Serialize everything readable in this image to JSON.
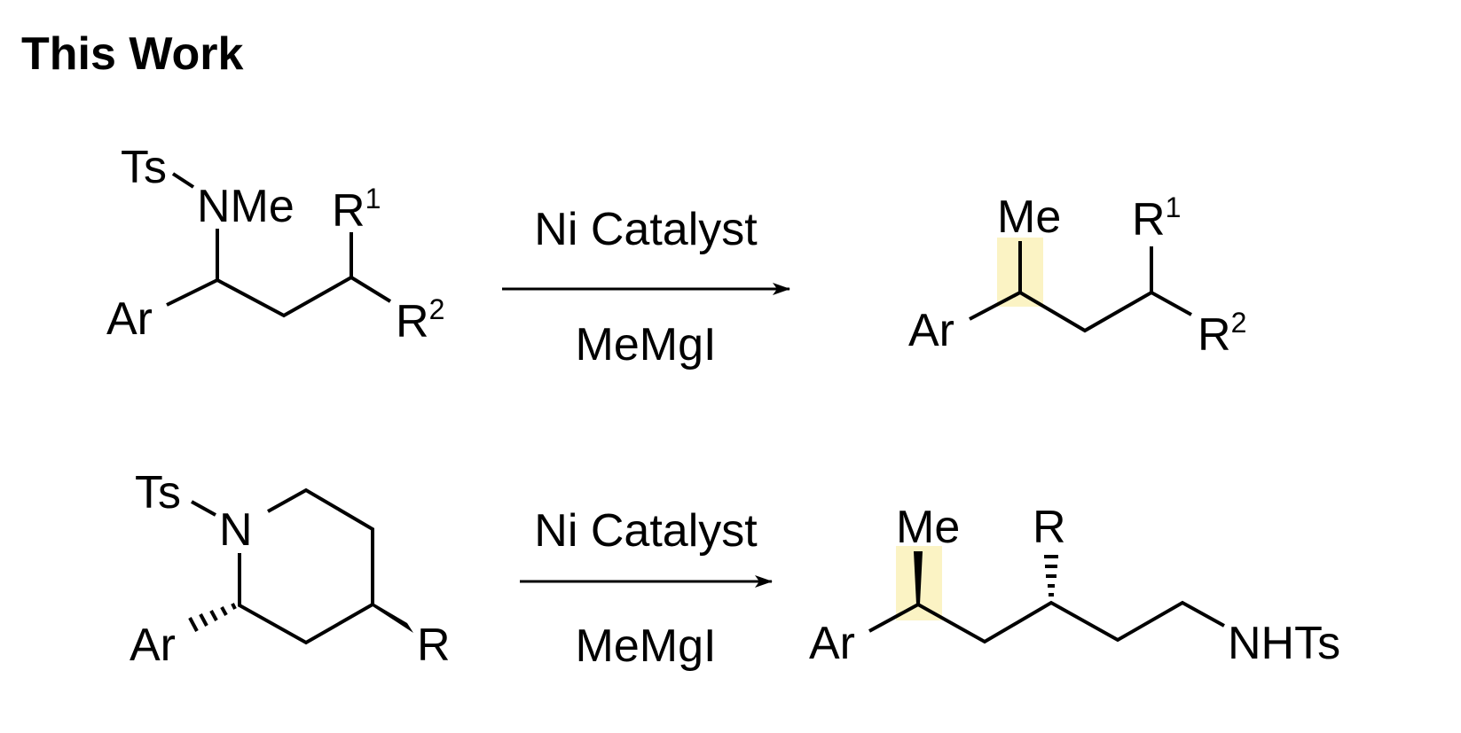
{
  "title": "This Work",
  "colors": {
    "highlight": "#fbf3c4",
    "ink": "#000000",
    "background": "#ffffff"
  },
  "reactions": [
    {
      "reactant": {
        "Ts": "Ts",
        "NMe": "NMe",
        "R1": "R",
        "R1_sup": "1",
        "Ar": "Ar",
        "R2": "R",
        "R2_sup": "2"
      },
      "conditions": {
        "above": "Ni Catalyst",
        "below": "MeMgI"
      },
      "product": {
        "Me": "Me",
        "R1": "R",
        "R1_sup": "1",
        "Ar": "Ar",
        "R2": "R",
        "R2_sup": "2"
      }
    },
    {
      "reactant": {
        "Ts": "Ts",
        "N": "N",
        "Ar": "Ar",
        "R": "R"
      },
      "conditions": {
        "above": "Ni Catalyst",
        "below": "MeMgI"
      },
      "product": {
        "Me": "Me",
        "R": "R",
        "Ar": "Ar",
        "NHTs": "NHTs"
      }
    }
  ]
}
